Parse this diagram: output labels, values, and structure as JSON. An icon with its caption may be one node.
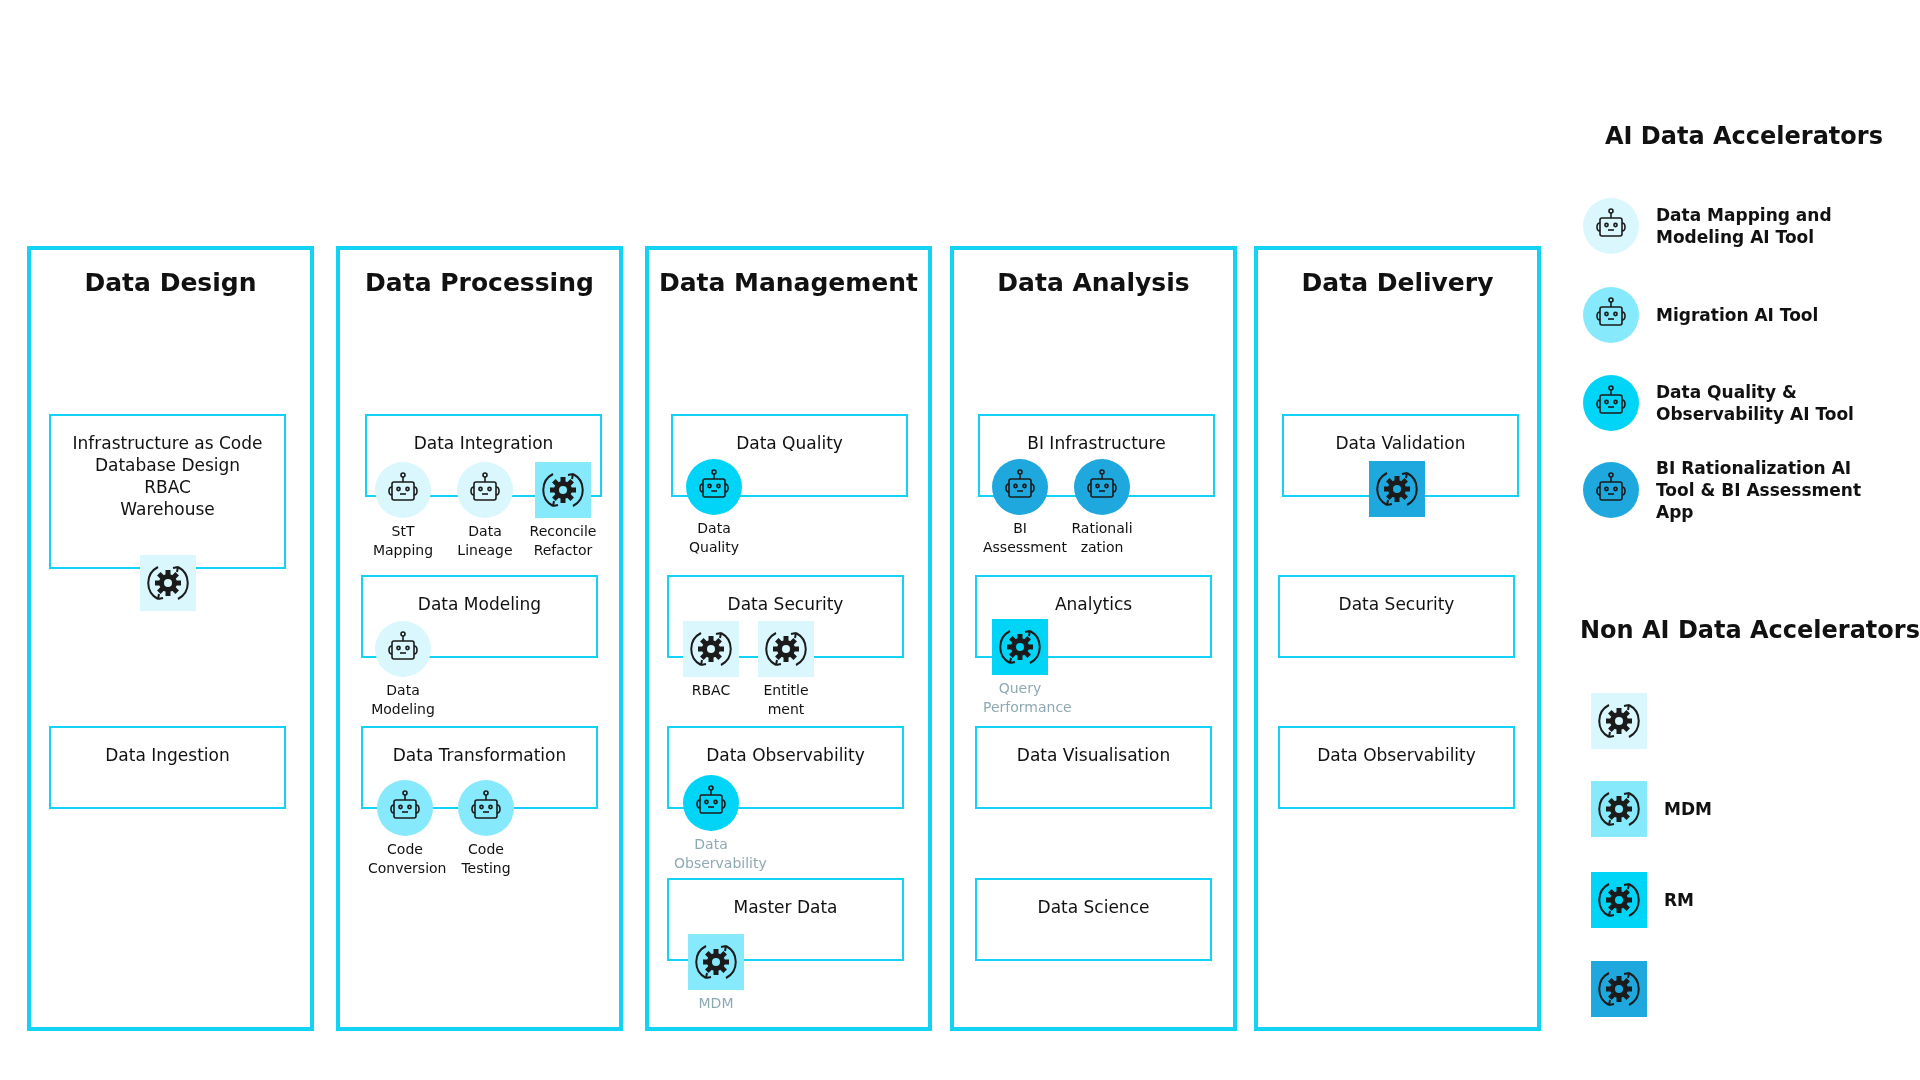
{
  "diagram": {
    "nodes": [
      {
        "text": [
          "Data Design"
        ]
      },
      {
        "text": [
          "Infrastructure as Code",
          "Database Design",
          "RBAC",
          "Warehouse"
        ],
        "in": 0
      },
      {
        "text": [],
        "shape": "box",
        "in": 0
      },
      {
        "text": [
          "Data Ingestion"
        ],
        "in": 0
      },
      {
        "text": [
          "Data Processing"
        ]
      },
      {
        "text": [
          "Data Integration"
        ],
        "in": 4
      },
      {
        "text": [],
        "shape": "circle",
        "beside": [
          "StT Mapping"
        ],
        "in": 4
      },
      {
        "text": [],
        "shape": "circle",
        "beside": [
          "Data Lineage"
        ],
        "in": 4
      },
      {
        "text": [],
        "shape": "box",
        "beside": [
          "Reconcile Refactor"
        ],
        "in": 4
      },
      {
        "text": [
          "Data Modeling"
        ],
        "in": 4
      },
      {
        "text": [],
        "shape": "circle",
        "beside": [
          "Data Modeling"
        ],
        "in": 4
      },
      {
        "text": [
          "Data Transformation"
        ],
        "in": 4
      },
      {
        "text": [],
        "shape": "circle",
        "beside": [
          "Code Conversion"
        ],
        "in": 4
      },
      {
        "text": [],
        "shape": "circle",
        "beside": [
          "Code Testing"
        ],
        "in": 4
      },
      {
        "text": [
          "Data Management"
        ]
      },
      {
        "text": [
          "Data Quality"
        ],
        "in": 14
      },
      {
        "text": [],
        "shape": "circle",
        "beside": [
          "Data Quality"
        ],
        "in": 14
      },
      {
        "text": [
          "Data Security"
        ],
        "in": 14
      },
      {
        "text": [],
        "shape": "box",
        "beside": [
          "RBAC"
        ],
        "in": 14
      },
      {
        "text": [],
        "shape": "box",
        "beside": [
          "Entitle ment"
        ],
        "in": 14
      },
      {
        "text": [
          "Data Observability"
        ],
        "in": 14
      },
      {
        "text": [],
        "shape": "circle",
        "beside": [
          "Data Observability"
        ],
        "in": 14
      },
      {
        "text": [
          "Master Data"
        ],
        "in": 14
      },
      {
        "text": [],
        "shape": "box",
        "beside": [
          "MDM"
        ],
        "in": 14
      },
      {
        "text": [
          "Data Analysis"
        ]
      },
      {
        "text": [
          "BI Infrastructure"
        ],
        "in": 24
      },
      {
        "text": [],
        "shape": "circle",
        "beside": [
          "BI Assessment"
        ],
        "in": 24
      },
      {
        "text": [],
        "shape": "circle",
        "beside": [
          "Rationali zation"
        ],
        "in": 24
      },
      {
        "text": [
          "Analytics"
        ],
        "in": 24
      },
      {
        "text": [],
        "shape": "box",
        "beside": [
          "Query Performance"
        ],
        "in": 24
      },
      {
        "text": [
          "Data Visualisation"
        ],
        "in": 24
      },
      {
        "text": [
          "Data Science"
        ],
        "in": 24
      },
      {
        "text": [
          "Data Delivery"
        ]
      },
      {
        "text": [
          "Data Validation"
        ],
        "in": 32
      },
      {
        "text": [],
        "shape": "box",
        "in": 32
      },
      {
        "text": [
          "Data Security"
        ],
        "in": 32
      },
      {
        "text": [
          "Data Observability"
        ],
        "in": 32
      }
    ],
    "edges": [],
    "labels": [
      "AI Data Accelerators",
      "Non AI Data Accelerators"
    ],
    "legend": [
      {
        "text": "Data Mapping and Modeling AI Tool",
        "color": "#d9f7fd"
      },
      {
        "text": "Migration AI Tool",
        "color": "#86e9fc"
      },
      {
        "text": "Data Quality & Observability AI Tool",
        "color": "#00d4f7"
      },
      {
        "text": "BI Rationalization AI Tool & BI Assessment App",
        "color": "#1fa8de"
      },
      {
        "text": "MDM",
        "color": "#86e9fc"
      },
      {
        "text": "RM",
        "color": "#00d4f7"
      }
    ]
  }
}
